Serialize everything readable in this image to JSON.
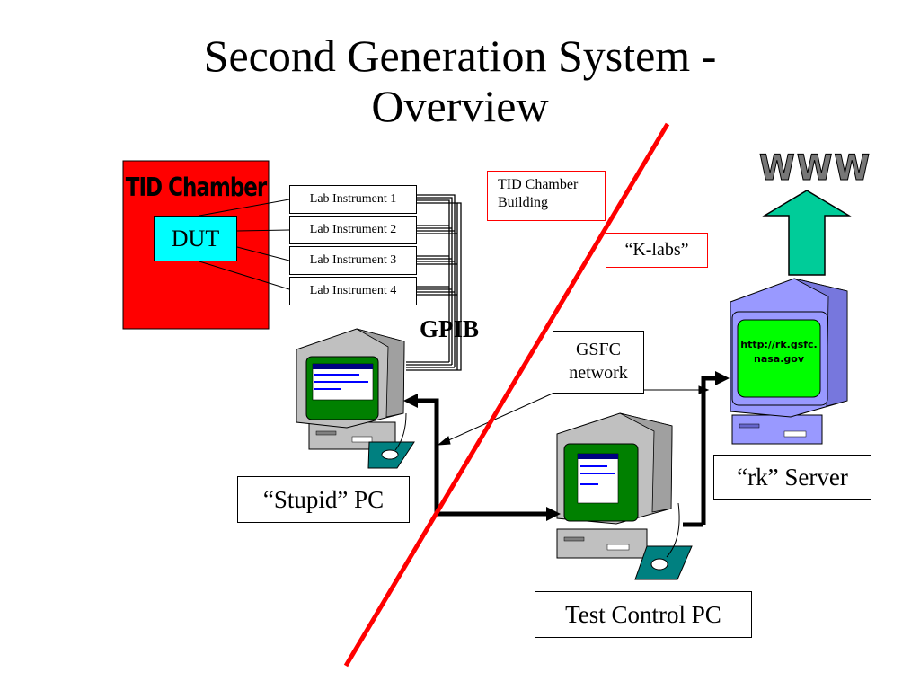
{
  "title_line1": "Second Generation System -",
  "title_line2": "Overview",
  "tid_chamber": {
    "label": "TID Chamber",
    "dut": "DUT",
    "color": "#ff0000",
    "dut_color": "#00ffff"
  },
  "instruments": [
    "Lab Instrument 1",
    "Lab Instrument 2",
    "Lab Instrument 3",
    "Lab Instrument 4"
  ],
  "gpib": "GPIB",
  "building_label_line1": "TID Chamber",
  "building_label_line2": "Building",
  "klabs_label": "“K-labs”",
  "network_line1": "GSFC",
  "network_line2": "network",
  "www_label": "WWW",
  "server_screen_line1": "http://rk.gsfc.",
  "server_screen_line2": "nasa.gov",
  "stupid_pc_label": "“Stupid” PC",
  "rk_server_label": "“rk” Server",
  "test_pc_label": "Test Control PC",
  "colors": {
    "divider": "#ff0000",
    "arrow_up": "#00cc99",
    "pc_body": "#c0c0c0",
    "server_body": "#9999ff",
    "screen_green": "#00ff00",
    "mousepad": "#008080"
  }
}
